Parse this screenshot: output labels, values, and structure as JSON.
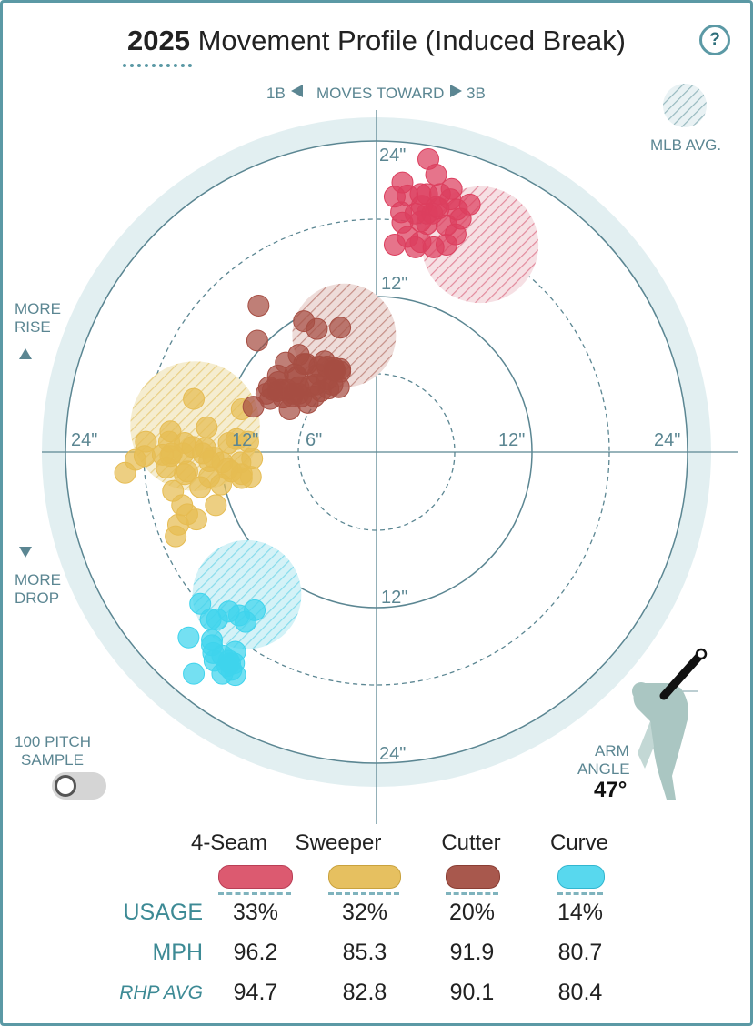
{
  "header": {
    "year": "2025",
    "title": "Movement Profile (Induced Break)",
    "help_label": "?"
  },
  "direction": {
    "left": "1B",
    "center": "MOVES TOWARD",
    "right": "3B"
  },
  "legend": {
    "mlb_avg_label": "MLB AVG."
  },
  "side_labels": {
    "rise_line1": "MORE",
    "rise_line2": "RISE",
    "drop_line1": "MORE",
    "drop_line2": "DROP"
  },
  "sample": {
    "line1": "100 PITCH",
    "line2": "SAMPLE",
    "enabled": false
  },
  "arm_angle": {
    "line1": "ARM",
    "line2": "ANGLE",
    "value": "47°"
  },
  "colors": {
    "accent": "#5b99a5",
    "outer_disc": "#e2eff1",
    "four_seam": "#dc3f5e",
    "sweeper": "#e6bc52",
    "cutter": "#a64e43",
    "curve": "#3fd4ed"
  },
  "chart_data": {
    "type": "scatter",
    "title": "Movement Profile (Induced Break)",
    "units": "inches",
    "xlim": [
      -24,
      24
    ],
    "ylim": [
      -24,
      24
    ],
    "rings": [
      6,
      12,
      18,
      24
    ],
    "tick_labels": {
      "x_left": [
        "24\"",
        "12\"",
        "6\""
      ],
      "x_right": [
        "12\"",
        "24\""
      ],
      "y_top": [
        "24\"",
        "12\""
      ],
      "y_bottom": [
        "12\"",
        "24\""
      ]
    },
    "series": [
      {
        "name": "4-Seam",
        "color": "#dc3f5e",
        "mlb_avg": {
          "x": 8,
          "y": 16,
          "r": 4.5
        },
        "points": [
          [
            4.0,
            22.6
          ],
          [
            2.0,
            20.8
          ],
          [
            2.4,
            19.8
          ],
          [
            4.6,
            21.4
          ],
          [
            5.8,
            20.3
          ],
          [
            4.9,
            19.9
          ],
          [
            3.9,
            19.9
          ],
          [
            3.4,
            19.9
          ],
          [
            3.5,
            19.0
          ],
          [
            4.8,
            18.8
          ],
          [
            3.9,
            18.4
          ],
          [
            5.7,
            19.5
          ],
          [
            7.2,
            19.1
          ],
          [
            6.2,
            18.7
          ],
          [
            3.4,
            17.8
          ],
          [
            1.4,
            19.7
          ],
          [
            1.9,
            18.5
          ],
          [
            3.0,
            18.4
          ],
          [
            3.9,
            17.6
          ],
          [
            4.3,
            18.4
          ],
          [
            4.6,
            18.9
          ],
          [
            6.5,
            18.0
          ],
          [
            2.4,
            16.6
          ],
          [
            5.4,
            17.5
          ],
          [
            6.1,
            16.8
          ],
          [
            4.4,
            15.8
          ],
          [
            3.0,
            15.8
          ],
          [
            1.4,
            16.0
          ],
          [
            3.4,
            16.2
          ],
          [
            2.0,
            17.7
          ],
          [
            5.4,
            16.0
          ]
        ]
      },
      {
        "name": "Sweeper",
        "color": "#e6bc52",
        "mlb_avg": {
          "x": -14,
          "y": 2,
          "r": 5
        },
        "points": [
          [
            -10.8,
            1.0
          ],
          [
            -13.1,
            1.9
          ],
          [
            -16.0,
            0.8
          ],
          [
            -15.9,
            1.6
          ],
          [
            -17.8,
            0.8
          ],
          [
            -14.9,
            -0.1
          ],
          [
            -13.2,
            0.3
          ],
          [
            -15.8,
            -0.1
          ],
          [
            -14.8,
            0.7
          ],
          [
            -15.9,
            -0.3
          ],
          [
            -9.6,
            -0.5
          ],
          [
            -11.4,
            0.7
          ],
          [
            -10.5,
            -0.8
          ],
          [
            -11.9,
            -0.8
          ],
          [
            -12.9,
            -0.7
          ],
          [
            -12.6,
            -0.4
          ],
          [
            -14.8,
            -1.7
          ],
          [
            -17.9,
            -0.3
          ],
          [
            -16.5,
            -0.2
          ],
          [
            -14.2,
            0.4
          ],
          [
            -13.4,
            -0.1
          ],
          [
            -16.2,
            -1.2
          ],
          [
            -18.6,
            -0.6
          ],
          [
            -19.4,
            -1.6
          ],
          [
            -11.5,
            -1.3
          ],
          [
            -14.6,
            -1.5
          ],
          [
            -12.9,
            -1.9
          ],
          [
            -13.6,
            -2.7
          ],
          [
            -11.2,
            -1.5
          ],
          [
            -10.4,
            -2.0
          ],
          [
            -10.4,
            -1.7
          ],
          [
            -9.7,
            -1.9
          ],
          [
            -12.0,
            -2.5
          ],
          [
            -15.7,
            -3.0
          ],
          [
            -12.4,
            -4.1
          ],
          [
            -15.0,
            -4.1
          ],
          [
            -14.6,
            -4.8
          ],
          [
            -15.3,
            -5.6
          ],
          [
            -15.5,
            -6.5
          ],
          [
            -13.9,
            -5.2
          ],
          [
            -9.9,
            0.8
          ],
          [
            -14.1,
            4.1
          ],
          [
            -10.4,
            3.3
          ]
        ]
      },
      {
        "name": "Cutter",
        "color": "#a64e43",
        "mlb_avg": {
          "x": -2.5,
          "y": 9,
          "r": 4
        },
        "points": [
          [
            -9.1,
            11.3
          ],
          [
            -5.6,
            10.1
          ],
          [
            -4.6,
            9.5
          ],
          [
            -2.8,
            9.6
          ],
          [
            -9.2,
            8.6
          ],
          [
            -6.0,
            7.5
          ],
          [
            -7.0,
            6.9
          ],
          [
            -5.4,
            6.8
          ],
          [
            -4.4,
            6.6
          ],
          [
            -4.0,
            7.0
          ],
          [
            -3.2,
            6.3
          ],
          [
            -3.8,
            6.6
          ],
          [
            -3.3,
            6.5
          ],
          [
            -5.6,
            6.8
          ],
          [
            -6.3,
            6.0
          ],
          [
            -4.5,
            6.0
          ],
          [
            -6.1,
            5.8
          ],
          [
            -7.6,
            5.9
          ],
          [
            -7.6,
            4.7
          ],
          [
            -6.9,
            4.8
          ],
          [
            -8.3,
            5.0
          ],
          [
            -5.1,
            5.1
          ],
          [
            -5.8,
            4.3
          ],
          [
            -7.4,
            4.8
          ],
          [
            -6.5,
            4.3
          ],
          [
            -7.6,
            5.4
          ],
          [
            -4.3,
            4.7
          ],
          [
            -3.8,
            5.6
          ],
          [
            -2.9,
            5.0
          ],
          [
            -2.8,
            6.4
          ],
          [
            -3.7,
            4.9
          ],
          [
            -4.8,
            4.3
          ],
          [
            -5.3,
            3.8
          ],
          [
            -4.7,
            5.2
          ],
          [
            -7.2,
            4.2
          ],
          [
            -3.3,
            6.3
          ],
          [
            -8.0,
            4.8
          ],
          [
            -8.5,
            4.5
          ],
          [
            -6.0,
            4.5
          ],
          [
            -3.4,
            5.2
          ],
          [
            -9.5,
            3.5
          ],
          [
            -6.7,
            3.3
          ],
          [
            -8.2,
            4.1
          ],
          [
            -6.4,
            4.5
          ],
          [
            -6.0,
            5.0
          ],
          [
            -2.8,
            6.2
          ]
        ]
      },
      {
        "name": "Curve",
        "color": "#3fd4ed",
        "mlb_avg": {
          "x": -10,
          "y": -11,
          "r": 4.2
        },
        "points": [
          [
            -13.6,
            -11.7
          ],
          [
            -12.8,
            -12.9
          ],
          [
            -12.3,
            -12.9
          ],
          [
            -11.4,
            -12.3
          ],
          [
            -10.6,
            -12.6
          ],
          [
            -9.4,
            -12.2
          ],
          [
            -10.1,
            -13.1
          ],
          [
            -14.5,
            -14.3
          ],
          [
            -12.7,
            -14.5
          ],
          [
            -12.6,
            -15.5
          ],
          [
            -11.9,
            -15.7
          ],
          [
            -11.4,
            -16.1
          ],
          [
            -11.5,
            -16.5
          ],
          [
            -11.3,
            -16.3
          ],
          [
            -14.1,
            -17.1
          ],
          [
            -11.9,
            -17.1
          ],
          [
            -11.0,
            -16.3
          ],
          [
            -11.2,
            -16.8
          ],
          [
            -10.9,
            -15.4
          ],
          [
            -12.7,
            -14.9
          ],
          [
            -10.9,
            -17.2
          ],
          [
            -12.5,
            -16.1
          ]
        ]
      }
    ]
  },
  "table": {
    "columns": [
      "4-Seam",
      "Sweeper",
      "Cutter",
      "Curve"
    ],
    "rows": [
      {
        "label": "USAGE",
        "values": [
          "33%",
          "32%",
          "20%",
          "14%"
        ]
      },
      {
        "label": "MPH",
        "values": [
          "96.2",
          "85.3",
          "91.9",
          "80.7"
        ]
      },
      {
        "label": "RHP AVG",
        "values": [
          "94.7",
          "82.8",
          "90.1",
          "80.4"
        ]
      }
    ]
  }
}
